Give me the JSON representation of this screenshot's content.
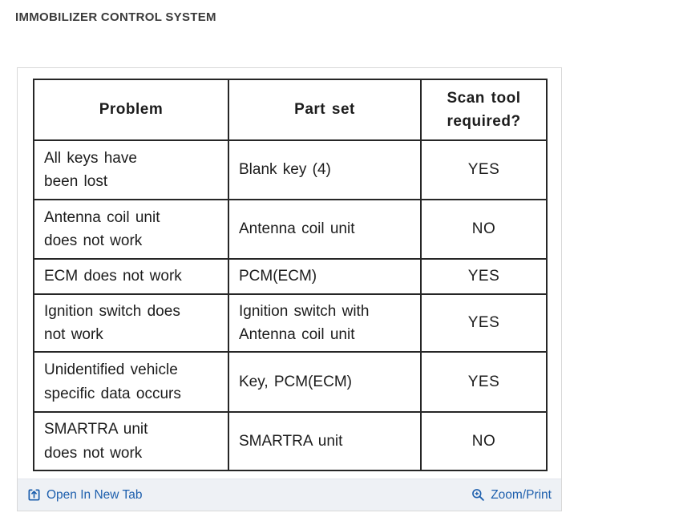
{
  "page": {
    "title": "IMMOBILIZER CONTROL SYSTEM"
  },
  "table": {
    "headers": [
      "Problem",
      "Part set",
      "Scan tool required?"
    ],
    "rows": [
      [
        "All keys have\nbeen lost",
        "Blank key (4)",
        "YES"
      ],
      [
        "Antenna coil unit\ndoes not work",
        "Antenna coil unit",
        "NO"
      ],
      [
        "ECM does not work",
        "PCM(ECM)",
        "YES"
      ],
      [
        "Ignition switch does\nnot work",
        "Ignition switch with\nAntenna coil unit",
        "YES"
      ],
      [
        "Unidentified vehicle\nspecific data occurs",
        "Key, PCM(ECM)",
        "YES"
      ],
      [
        "SMARTRA unit\ndoes not work",
        "SMARTRA unit",
        "NO"
      ]
    ]
  },
  "toolbar": {
    "open_in_new_tab_label": "Open In New Tab",
    "zoom_print_label": "Zoom/Print",
    "icons": {
      "left": "box-arrow-up-icon",
      "right": "magnifier-plus-icon"
    }
  },
  "colors": {
    "link_blue": "#1d5fad",
    "toolbar_bg": "#eef1f5",
    "title_gray": "#3b3b3b",
    "table_ink": "#1c1c1c",
    "panel_border": "#d8d8d8"
  }
}
